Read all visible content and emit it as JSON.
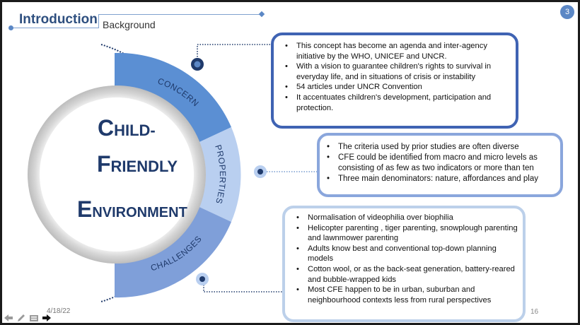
{
  "header": {
    "title": "Introduction",
    "subtitle": "Background",
    "slide_badge": "3"
  },
  "diagram": {
    "center_lines": [
      {
        "first": "C",
        "rest": "HILD-"
      },
      {
        "first": "F",
        "rest": "RIENDLY"
      },
      {
        "first": "E",
        "rest": "NVIRONMENT"
      }
    ],
    "segments": [
      "CONCERN",
      "PROPERTIES",
      "CHALLENGES"
    ],
    "colors": {
      "concern": "#5b8fd3",
      "properties": "#b9cff0",
      "challenges": "#7f9fd9",
      "navy": "#1f3a6b"
    }
  },
  "boxes": {
    "concern_items": [
      "This concept has become an agenda and inter-agency initiative by the WHO, UNICEF and UNCR.",
      "With a vision to guarantee children's rights to survival in everyday life, and in situations of crisis or instability",
      "54 articles under UNCR Convention",
      "It accentuates children's development, participation and protection."
    ],
    "properties_items": [
      "The criteria used by prior studies are often diverse",
      "CFE could be identified from macro and micro levels as consisting of as few as two indicators or more than ten",
      "Three main denominators: nature, affordances and play"
    ],
    "challenges_items": [
      "Normalisation of videophilia over biophilia",
      "Helicopter parenting , tiger parenting, snowplough parenting and lawnmower parenting",
      "Adults know best and conventional top-down planning models",
      "Cotton wool, or as the back-seat generation, battery-reared and bubble-wrapped kids",
      "Most CFE happen to be in urban, suburban and neighbourhood contexts less from rural perspectives"
    ]
  },
  "footer": {
    "date": "4/18/22",
    "page_number": "16"
  },
  "toolbar_icons": [
    "arrow-left-icon",
    "pen-icon",
    "slides-icon",
    "pointer-icon"
  ]
}
